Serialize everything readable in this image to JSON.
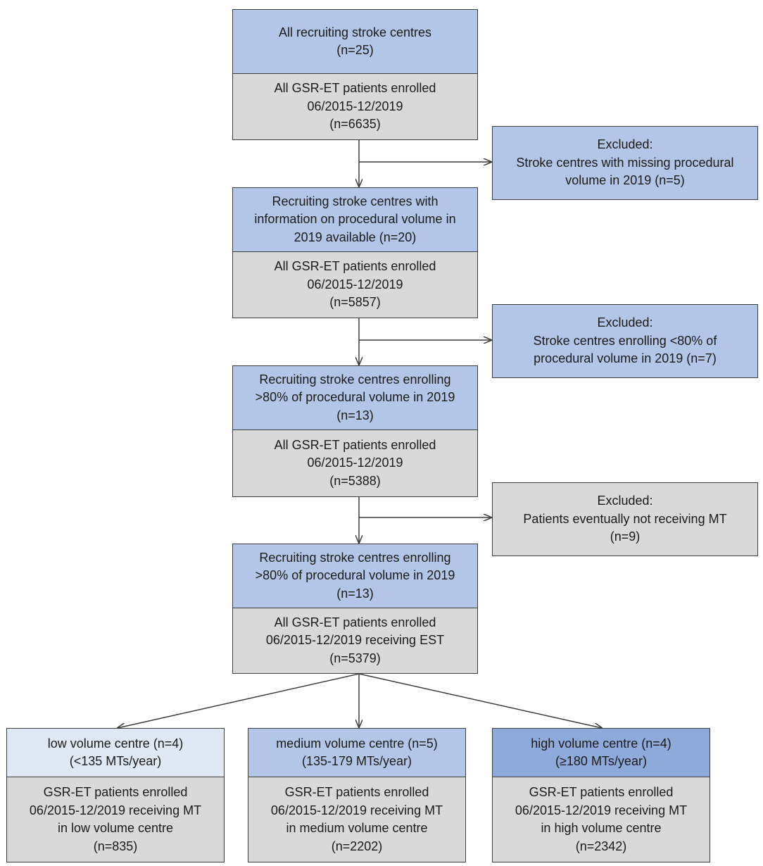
{
  "colors": {
    "header_blue": "#b4c6e7",
    "body_grey": "#d9d9d9",
    "low_volume_header": "#dfe9f5",
    "high_volume_header": "#8eaadb",
    "border": "#3c3c3c"
  },
  "flow": {
    "step1": {
      "header": [
        "All recruiting stroke centres",
        "(n=25)"
      ],
      "body": [
        "All GSR-ET patients enrolled",
        "06/2015-12/2019",
        "(n=6635)"
      ]
    },
    "exclusion1": [
      "Excluded:",
      "Stroke centres with missing procedural",
      "volume in 2019  (n=5)"
    ],
    "step2": {
      "header": [
        "Recruiting stroke centres with",
        "information on procedural volume in",
        "2019  available (n=20)"
      ],
      "body": [
        "All GSR-ET patients enrolled",
        "06/2015-12/2019",
        "(n=5857)"
      ]
    },
    "exclusion2": [
      "Excluded:",
      "Stroke centres enrolling <80% of",
      "procedural volume in 2019  (n=7)"
    ],
    "step3": {
      "header": [
        "Recruiting stroke centres enrolling",
        ">80% of procedural volume in 2019",
        "(n=13)"
      ],
      "body": [
        "All GSR-ET patients enrolled",
        "06/2015-12/2019",
        "(n=5388)"
      ]
    },
    "exclusion3": [
      "Excluded:",
      "Patients eventually not receiving MT",
      "(n=9)"
    ],
    "step4": {
      "header": [
        "Recruiting stroke centres enrolling",
        ">80% of procedural volume in 2019",
        "(n=13)"
      ],
      "body": [
        "All GSR-ET patients enrolled",
        "06/2015-12/2019   receiving EST",
        "(n=5379)"
      ]
    },
    "groups": {
      "low": {
        "header": [
          "low volume centre (n=4)",
          "(<135  MTs/year)"
        ],
        "body": [
          "GSR-ET patients enrolled",
          "06/2015-12/2019   receiving MT",
          "in low volume centre",
          "(n=835)"
        ]
      },
      "medium": {
        "header": [
          "medium volume centre (n=5)",
          "(135-179  MTs/year)"
        ],
        "body": [
          "GSR-ET patients enrolled",
          "06/2015-12/2019   receiving MT",
          "in medium volume centre",
          "(n=2202)"
        ]
      },
      "high": {
        "header": [
          "high volume centre (n=4)",
          "(≥180  MTs/year)"
        ],
        "body": [
          "GSR-ET patients enrolled",
          "06/2015-12/2019   receiving MT",
          "in high volume centre",
          "(n=2342)"
        ]
      }
    }
  }
}
